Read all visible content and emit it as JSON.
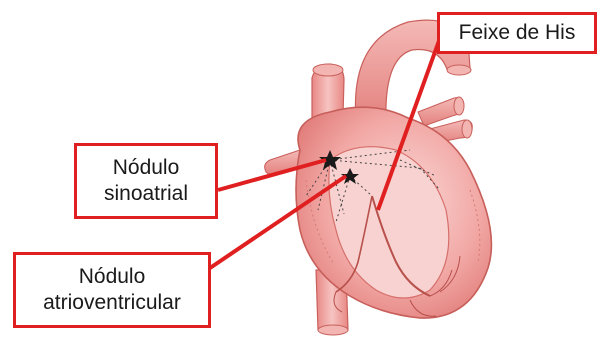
{
  "labels": {
    "bundle_of_his": "Feixe de His",
    "sinoatrial": {
      "line1": "Nódulo",
      "line2": "sinoatrial"
    },
    "atrioventricular": {
      "line1": "Nódulo",
      "line2": "atrioventricular"
    }
  },
  "colors": {
    "leader_line": "#e02020",
    "box_border": "#e02020",
    "heart_fill": "#f2a7a5",
    "heart_dark": "#e57b78",
    "heart_light": "#f7cfcd"
  }
}
